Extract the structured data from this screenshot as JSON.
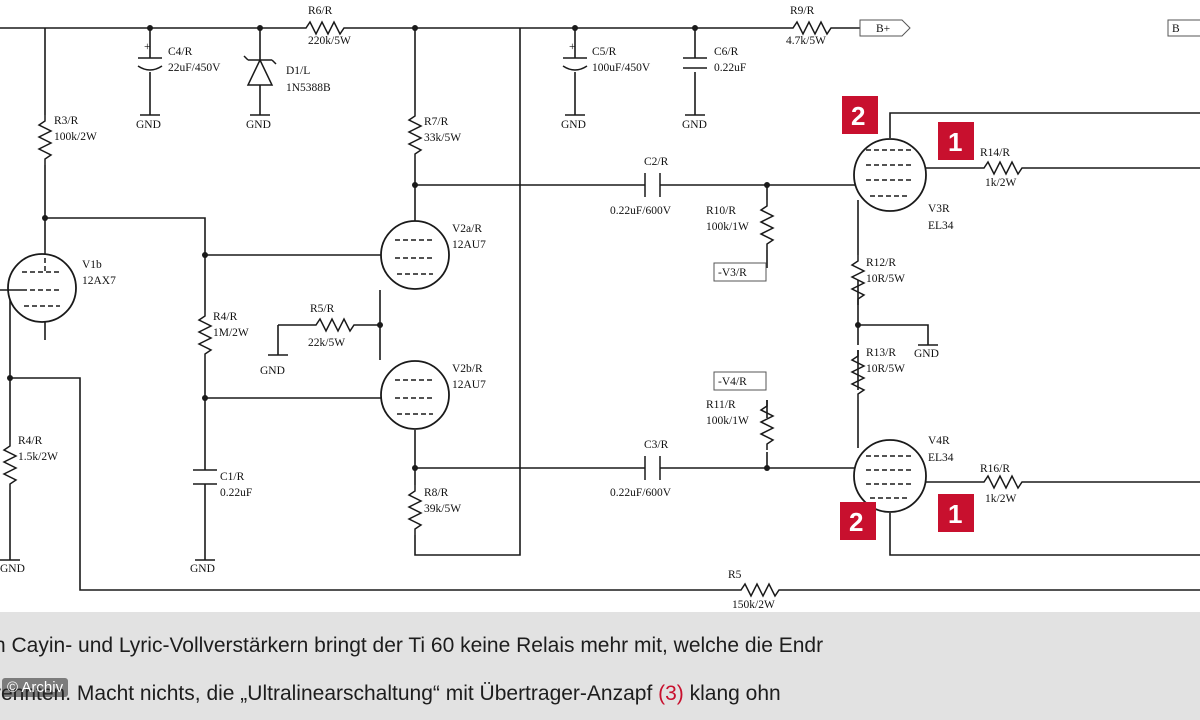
{
  "schematic": {
    "components": {
      "c4": {
        "ref": "C4/R",
        "value": "22uF/450V"
      },
      "d1": {
        "ref": "D1/L",
        "value": "1N5388B"
      },
      "r6": {
        "ref": "R6/R",
        "value": "220k/5W"
      },
      "r9": {
        "ref": "R9/R",
        "value": "4.7k/5W"
      },
      "c5": {
        "ref": "C5/R",
        "value": "100uF/450V"
      },
      "c6": {
        "ref": "C6/R",
        "value": "0.22uF"
      },
      "r3": {
        "ref": "R3/R",
        "value": "100k/2W"
      },
      "r7": {
        "ref": "R7/R",
        "value": "33k/5W"
      },
      "c2": {
        "ref": "C2/R",
        "value": "0.22uF/600V"
      },
      "r10": {
        "ref": "R10/R",
        "value": "100k/1W"
      },
      "v1b": {
        "ref": "V1b",
        "value": "12AX7"
      },
      "v2a": {
        "ref": "V2a/R",
        "value": "12AU7"
      },
      "v2b": {
        "ref": "V2b/R",
        "value": "12AU7"
      },
      "r4a": {
        "ref": "R4/R",
        "value": "1M/2W"
      },
      "r5": {
        "ref": "R5/R",
        "value": "22k/5W"
      },
      "r4b": {
        "ref": "R4/R",
        "value": "1.5k/2W"
      },
      "c1": {
        "ref": "C1/R",
        "value": "0.22uF"
      },
      "r8": {
        "ref": "R8/R",
        "value": "39k/5W"
      },
      "c3": {
        "ref": "C3/R",
        "value": "0.22uF/600V"
      },
      "r11": {
        "ref": "R11/R",
        "value": "100k/1W"
      },
      "v3": {
        "ref": "V3R",
        "value": "EL34"
      },
      "v4": {
        "ref": "V4R",
        "value": "EL34"
      },
      "r14": {
        "ref": "R14/R",
        "value": "1k/2W"
      },
      "r16": {
        "ref": "R16/R",
        "value": "1k/2W"
      },
      "r12": {
        "ref": "R12/R",
        "value": "10R/5W"
      },
      "r13": {
        "ref": "R13/R",
        "value": "10R/5W"
      },
      "r5b": {
        "ref": "R5",
        "value": "150k/2W"
      }
    },
    "gnd": "GND",
    "nets": {
      "bplus": "B+",
      "v3": "-V3/R",
      "v4": "-V4/R"
    },
    "badges": {
      "one": "1",
      "two": "2"
    }
  },
  "caption": {
    "line1": "n Cayin- und Lyric-Vollverstärkern bringt der Ti 60 keine Relais mehr mit, welche die Endr",
    "line2_a": "rennten. Macht nichts, die „Ultralinearschaltung“ mit Übertrager-Anzapf ",
    "line2_ref": "(3)",
    "line2_b": " klang ohn"
  },
  "copyright": "© Archiv",
  "colors": {
    "accent": "#c8102e",
    "caption_bg": "#e2e2e2",
    "ink": "#1a1a1a"
  }
}
